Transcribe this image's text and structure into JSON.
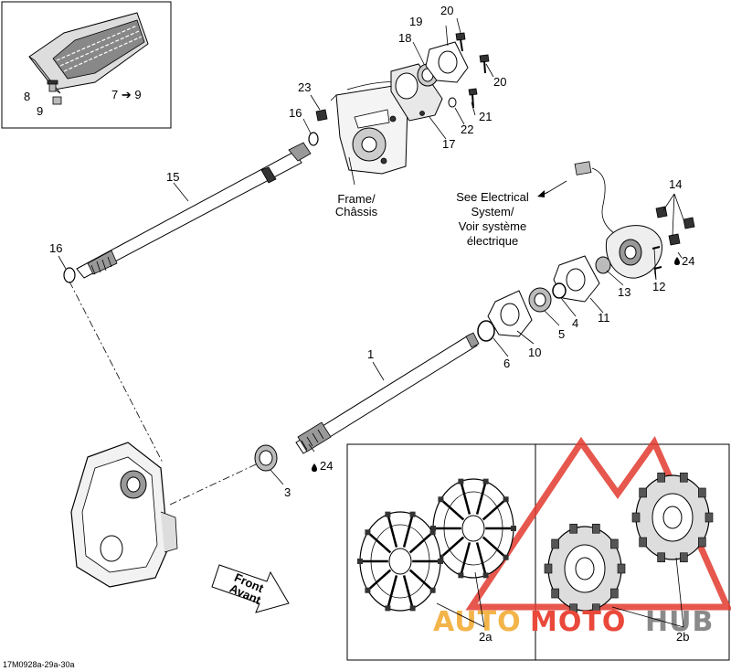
{
  "callouts": [
    "1",
    "2a",
    "2b",
    "3",
    "4",
    "5",
    "6",
    "7 ➔ 9",
    "8",
    "9",
    "10",
    "11",
    "12",
    "13",
    "14",
    "15",
    "16",
    "16",
    "17",
    "18",
    "19",
    "20",
    "20",
    "21",
    "22",
    "23",
    "24",
    "24"
  ],
  "notes": {
    "frame_line1": "Frame/",
    "frame_line2": "Châssis",
    "electrical_line1": "See Electrical",
    "electrical_line2": "System/",
    "electrical_line3": "Voir système",
    "electrical_line4": "électrique",
    "front_line1": "Front",
    "front_line2": "Avant"
  },
  "drawing_code": "17M0928a-29a-30a",
  "watermark": {
    "auto": "AUTO",
    "moto": "MOTO",
    "hub": "HUB",
    "color_auto": "#f3b44a",
    "color_moto": "#e9483a",
    "color_hub": "#8a8a8a",
    "color_triangle": "#e23a2e"
  }
}
